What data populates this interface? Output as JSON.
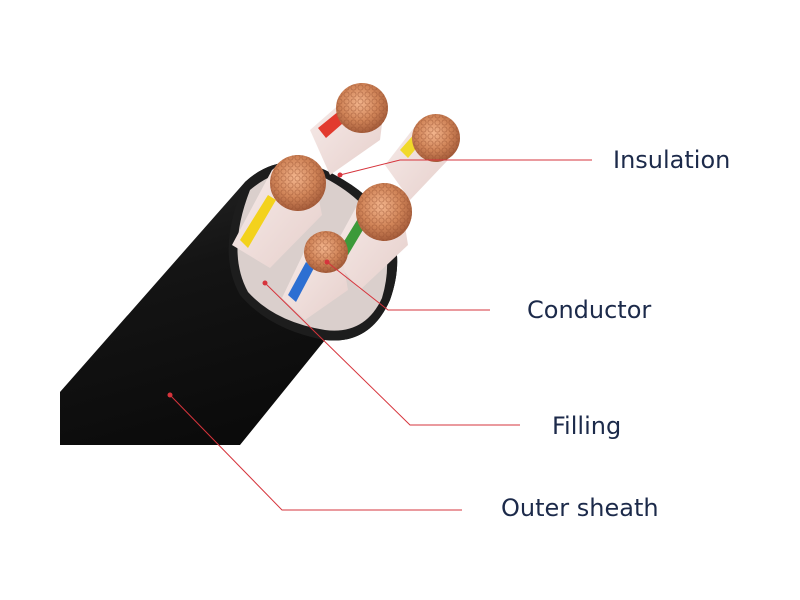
{
  "colors": {
    "leader": "#d6343c",
    "label": "#1c2a4a",
    "sheath": "#161616",
    "copper": "#c8794e",
    "insulation": "#eed9d6"
  },
  "callouts": [
    {
      "id": "insulation",
      "label": "Insulation"
    },
    {
      "id": "conductor",
      "label": "Conductor"
    },
    {
      "id": "filling",
      "label": "Filling"
    },
    {
      "id": "outer-sheath",
      "label": "Outer sheath"
    }
  ],
  "cores": [
    {
      "id": "core-1",
      "color_stripe": "#e23a2e"
    },
    {
      "id": "core-2",
      "color_stripe": "#f1d92a"
    },
    {
      "id": "core-3",
      "color_stripe": "#f3d21c"
    },
    {
      "id": "core-4",
      "color_stripe": "#3c9a3a"
    },
    {
      "id": "core-5",
      "color_stripe": "#2d6fd2"
    }
  ]
}
